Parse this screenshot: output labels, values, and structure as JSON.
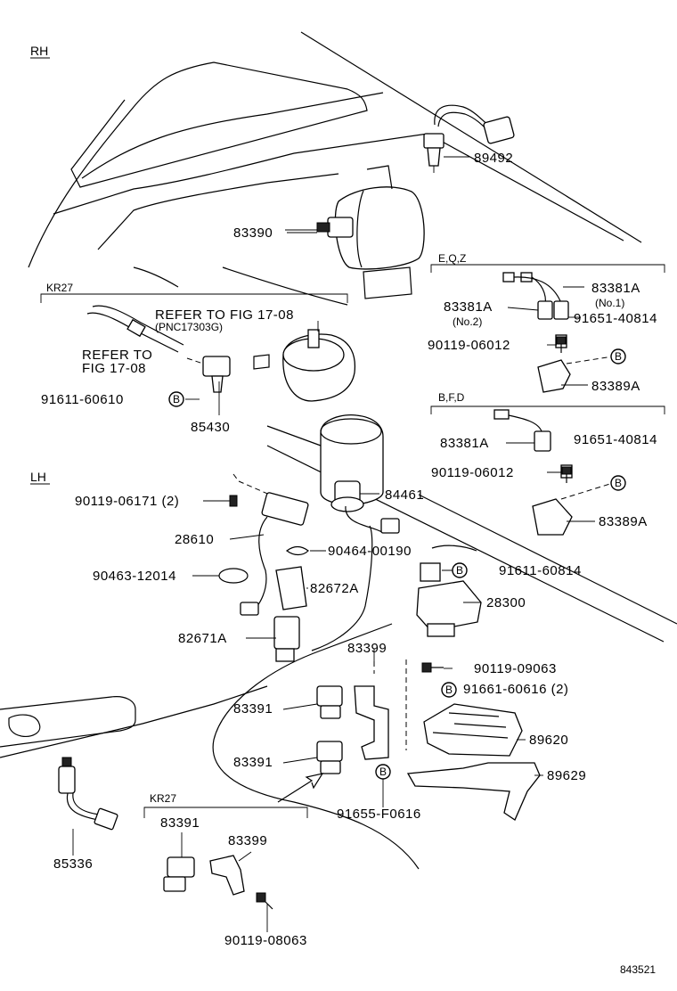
{
  "section_rh": "RH",
  "section_lh": "LH",
  "group_kr27_top": "KR27",
  "group_eqz": "E,Q,Z",
  "group_bfd": "B,F,D",
  "group_kr27_bottom": "KR27",
  "refer_1_line1": "REFER TO FIG 17-08",
  "refer_1_line2": "(PNC17303G)",
  "refer_2_line1": "REFER TO",
  "refer_2_line2": "FIG 17-08",
  "callout_b": "B",
  "parts": {
    "p89492": "89492",
    "p83390": "83390",
    "p83381a_no1": "83381A",
    "p83381a_no1_note": "(No.1)",
    "p83381a_no2": "83381A",
    "p83381a_no2_note": "(No.2)",
    "p91651_40814_a": "91651-40814",
    "p90119_06012_a": "90119-06012",
    "p83389a_a": "83389A",
    "p83381a_bfd": "83381A",
    "p91651_40814_b": "91651-40814",
    "p90119_06012_b": "90119-06012",
    "p83389a_b": "83389A",
    "p91611_60610": "91611-60610",
    "p85430": "85430",
    "p84461": "84461",
    "p90119_06171": "90119-06171 (2)",
    "p28610": "28610",
    "p90464_00190": "90464-00190",
    "p91611_60814": "91611-60814",
    "p90463_12014": "90463-12014",
    "p82672a": "82672A",
    "p28300": "28300",
    "p82671a": "82671A",
    "p83399_top": "83399",
    "p90119_09063": "90119-09063",
    "p91661_60616": "91661-60616 (2)",
    "p83391_a": "83391",
    "p89620": "89620",
    "p83391_b": "83391",
    "p89629": "89629",
    "p91655_f0616": "91655-F0616",
    "p85336": "85336",
    "p83391_c": "83391",
    "p83399_bottom": "83399",
    "p90119_08063": "90119-08063"
  },
  "figure_id": "843521"
}
